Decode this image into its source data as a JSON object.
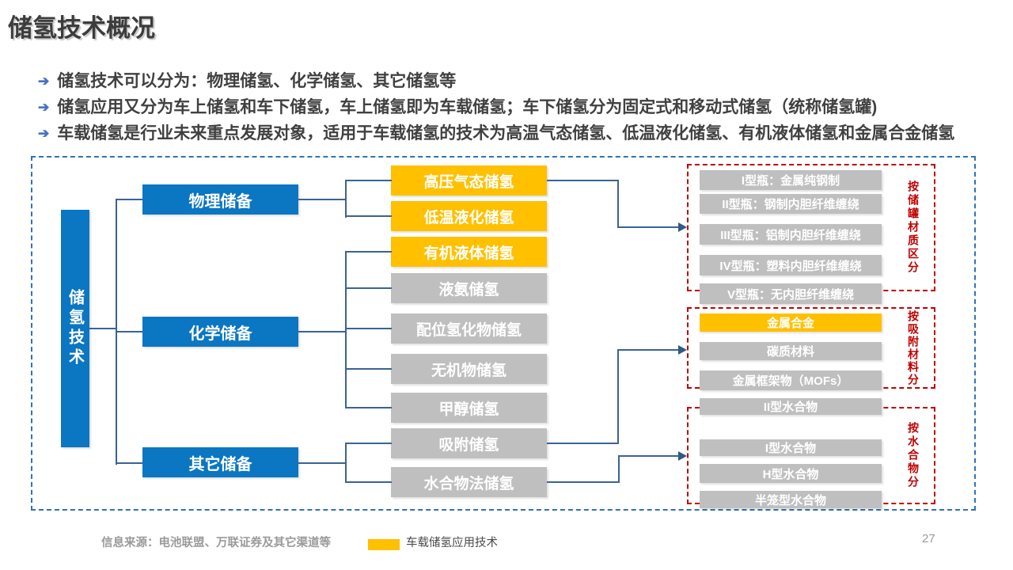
{
  "page": {
    "title": "储氢技术概况",
    "page_number": "27"
  },
  "icons": {
    "bullet_arrow": "➔"
  },
  "bullets": [
    "储氢技术可以分为：物理储氢、化学储氢、其它储氢等",
    "储氢应用又分为车上储氢和车下储氢，车上储氢即为车载储氢；车下储氢分为固定式和移动式储氢（统称储氢罐)",
    "车载储氢是行业未来重点发展对象，适用于车载储氢的技术为高温气态储氢、低温液化储氢、有机液体储氢和金属合金储氢"
  ],
  "diagram": {
    "root": {
      "label": "储氢技术"
    },
    "categories": [
      {
        "label": "物理储备"
      },
      {
        "label": "化学储备"
      },
      {
        "label": "其它储备"
      }
    ],
    "technologies": [
      {
        "label": "高压气态储氢",
        "highlight": true
      },
      {
        "label": "低温液化储氢",
        "highlight": true
      },
      {
        "label": "有机液体储氢",
        "highlight": true
      },
      {
        "label": "液氨储氢",
        "highlight": false
      },
      {
        "label": "配位氢化物储氢",
        "highlight": false
      },
      {
        "label": "无机物储氢",
        "highlight": false
      },
      {
        "label": "甲醇储氢",
        "highlight": false
      },
      {
        "label": "吸附储氢",
        "highlight": false
      },
      {
        "label": "水合物法储氢",
        "highlight": false
      }
    ],
    "tank_group": {
      "label": "按储罐材质区分",
      "items": [
        {
          "label": "I型瓶：金属纯钢制",
          "highlight": false
        },
        {
          "label": "II型瓶：钢制内胆纤维缠绕",
          "highlight": false
        },
        {
          "label": "III型瓶：铝制内胆纤维缠绕",
          "highlight": false
        },
        {
          "label": "IV型瓶：塑料内胆纤维缠绕",
          "highlight": false
        },
        {
          "label": "V型瓶：无内胆纤维缠绕",
          "highlight": false
        }
      ]
    },
    "adsorption_group": {
      "label": "按吸附材料分",
      "items": [
        {
          "label": "金属合金",
          "highlight": true
        },
        {
          "label": "碳质材料",
          "highlight": false
        },
        {
          "label": "金属框架物（MOFs）",
          "highlight": false
        }
      ]
    },
    "hydrate_group": {
      "label": "按水合物分",
      "items": [
        {
          "label": "II型水合物",
          "highlight": false
        },
        {
          "label": "I型水合物",
          "highlight": false
        },
        {
          "label": "H型水合物",
          "highlight": false
        },
        {
          "label": "半笼型水合物",
          "highlight": false
        }
      ]
    }
  },
  "footer": {
    "source": "信息来源：电池联盟、万联证券及其它渠道等",
    "legend_label": "车载储氢应用技术"
  },
  "colors": {
    "primary_blue": "#0B76C1",
    "highlight_yellow": "#FFC000",
    "gray_box": "#BFBFBF",
    "connector_blue": "#3A6395",
    "outer_border_blue": "#2E74B5",
    "group_red": "#C00000",
    "text_dark": "#404040"
  }
}
